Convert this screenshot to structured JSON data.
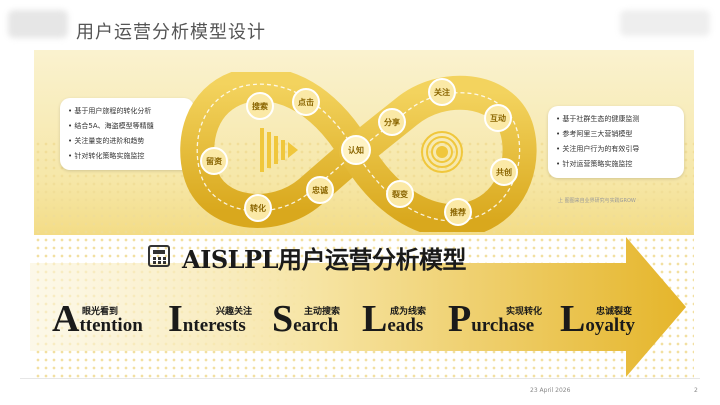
{
  "title": "用户运营分析模型设计",
  "left_notes": [
    "基于用户旅程的转化分析",
    "结合5A、海盗模型等精髓",
    "关注量变的进阶和趋势",
    "针对转化策略实施监控"
  ],
  "right_notes": [
    "基于社群生态的健康监测",
    "参考阿里三大营销模型",
    "关注用户行为的有效引导",
    "针对运营策略实施监控"
  ],
  "caption": "上 图图来自业界研究与实践GROW",
  "center_node": "认知",
  "left_loop_nodes": [
    "搜索",
    "点击",
    "留资",
    "转化",
    "忠诚"
  ],
  "right_loop_nodes": [
    "分享",
    "关注",
    "互动",
    "共创",
    "推荐",
    "裂变"
  ],
  "model_title": "AISLPL用户运营分析模型",
  "stages": [
    {
      "initial": "A",
      "rest": "ttention",
      "cn": "眼光看到"
    },
    {
      "initial": "I",
      "rest": "nterests",
      "cn": "兴趣关注"
    },
    {
      "initial": "S",
      "rest": "earch",
      "cn": "主动搜索"
    },
    {
      "initial": "L",
      "rest": "eads",
      "cn": "成为线索"
    },
    {
      "initial": "P",
      "rest": "urchase",
      "cn": "实现转化"
    },
    {
      "initial": "L",
      "rest": "oyalty",
      "cn": "忠诚裂变"
    }
  ],
  "footer": {
    "date": "23 April 2026",
    "page": "2"
  },
  "colors": {
    "accent": "#e6b92c",
    "accent_light": "#f4dc7c",
    "background": "#faf2cf"
  },
  "icons": [
    "calculator-icon",
    "play-funnel-icon",
    "target-ripple-icon"
  ]
}
